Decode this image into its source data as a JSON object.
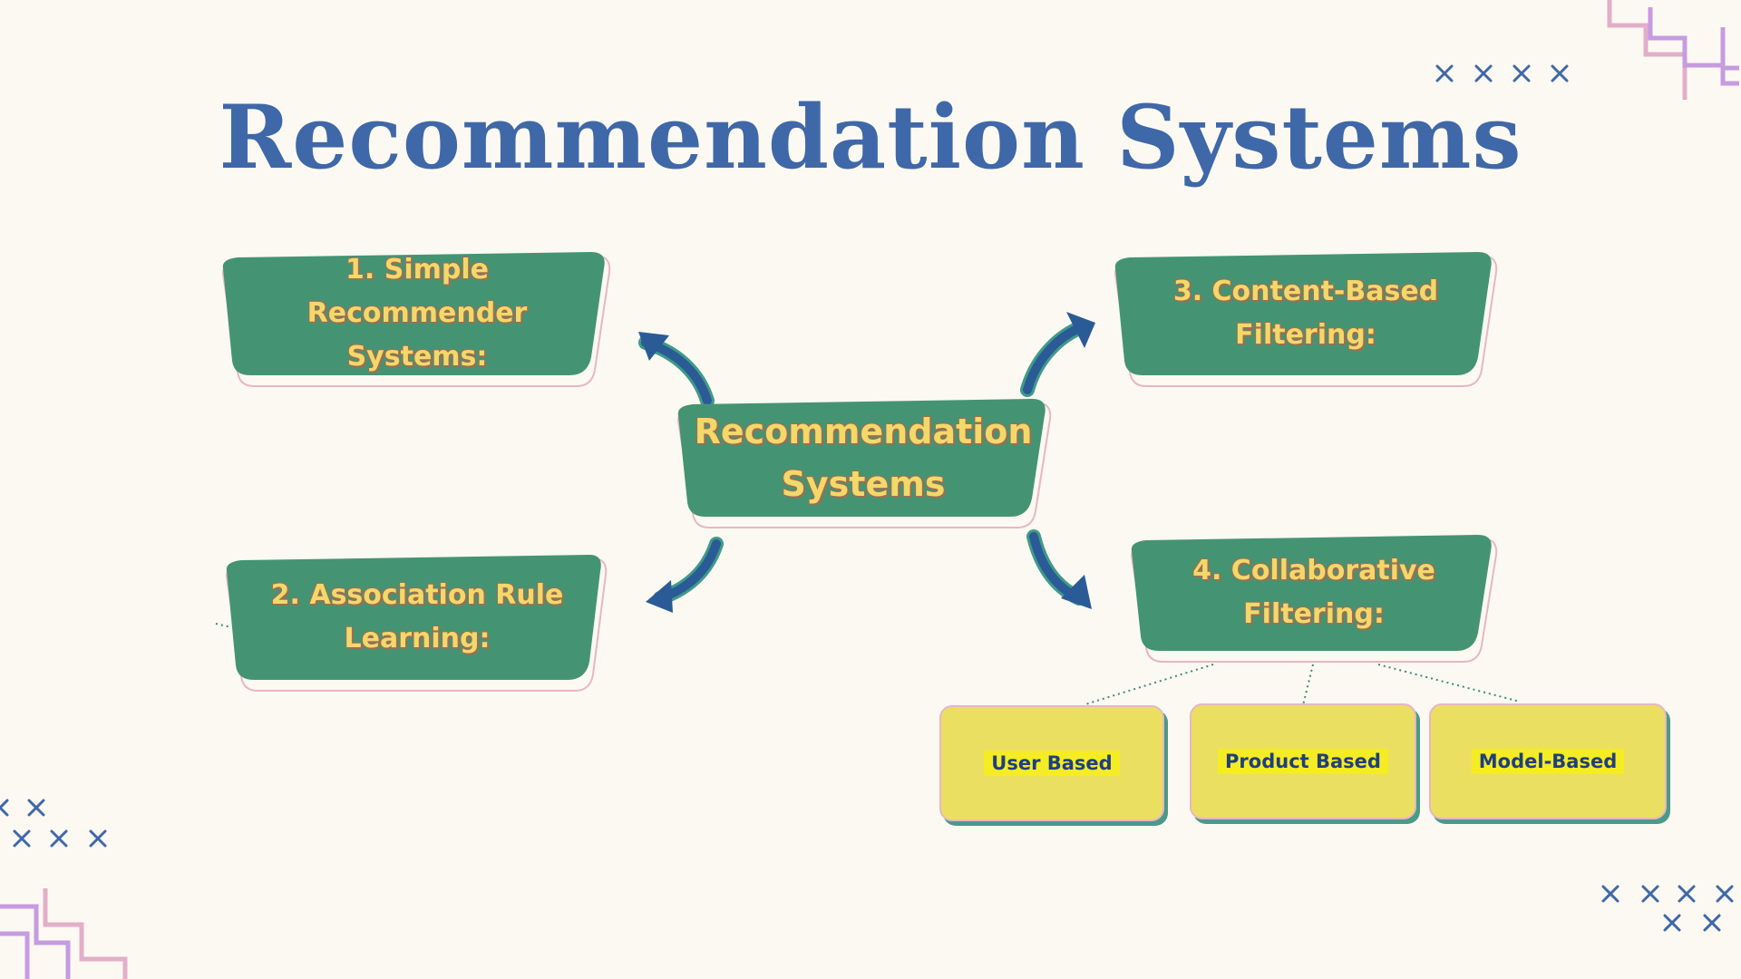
{
  "title": "Recommendation Systems",
  "center": {
    "label": "Recommendation Systems"
  },
  "nodes": [
    {
      "id": "simple",
      "label": "1. Simple Recommender Systems:"
    },
    {
      "id": "association",
      "label": "2. Association Rule Learning:"
    },
    {
      "id": "content",
      "label": "3. Content-Based Filtering:"
    },
    {
      "id": "collab",
      "label": "4. Collaborative Filtering:"
    }
  ],
  "sub_nodes": [
    {
      "label": "User Based"
    },
    {
      "label": "Product Based"
    },
    {
      "label": "Model-Based"
    }
  ],
  "colors": {
    "background": "#fcf9f2",
    "title": "#3f68a8",
    "card_fill": "#449473",
    "card_text": "#f3d86a",
    "sub_fill": "#ebdf62",
    "sub_highlight": "#f5ec24",
    "arrow": "#2a5b96",
    "deco_x": "#3f68a8"
  }
}
